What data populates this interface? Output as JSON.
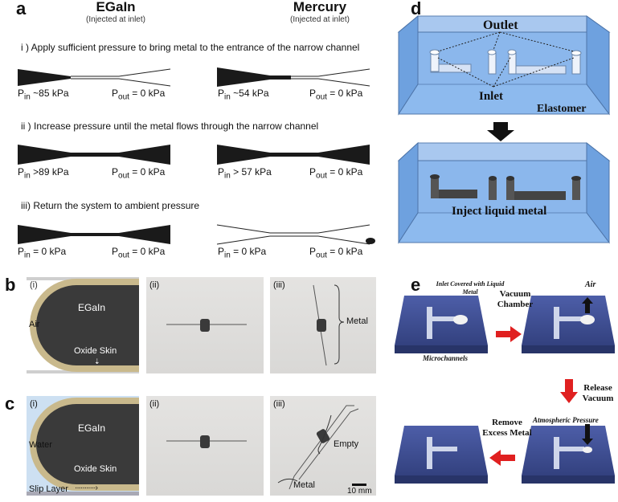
{
  "panels": {
    "a": {
      "letter": "a",
      "col1_title": "EGaIn",
      "col1_sub": "(Injected at inlet)",
      "col2_title": "Mercury",
      "col2_sub": "(Injected at inlet)",
      "step1": "i )  Apply sufficient pressure to bring metal to the entrance of the narrow channel",
      "step2": "ii )  Increase pressure until the metal flows through the narrow channel",
      "step3": "iii)  Return the system to ambient pressure",
      "p_in": "P",
      "in_sub": "in",
      "out_sub": "out",
      "r1_left_in": " ~85 kPa",
      "r1_left_out": " = 0 kPa",
      "r1_right_in": " ~54 kPa",
      "r1_right_out": " = 0 kPa",
      "r2_left_in": " >89 kPa",
      "r2_left_out": " = 0 kPa",
      "r2_right_in": " > 57 kPa",
      "r2_right_out": " = 0 kPa",
      "r3_left_in": " = 0 kPa",
      "r3_left_out": " = 0 kPa",
      "r3_right_in": " = 0 kPa",
      "r3_right_out": " = 0 kPa"
    },
    "d": {
      "letter": "d",
      "outlet": "Outlet",
      "inlet": "Inlet",
      "elastomer": "Elastomer",
      "inject": "Inject liquid metal"
    },
    "b": {
      "letter": "b",
      "i": "(i)",
      "ii": "(ii)",
      "iii": "(iii)",
      "air": "Air",
      "egain": "EGaIn",
      "oxide": "Oxide Skin",
      "metal": "Metal"
    },
    "c": {
      "letter": "c",
      "i": "(i)",
      "ii": "(ii)",
      "iii": "(iii)",
      "water": "Water",
      "egain": "EGaIn",
      "oxide": "Oxide Skin",
      "slip": "Slip Layer",
      "empty": "Empty",
      "metal": "Metal",
      "scale": "10 mm"
    },
    "e": {
      "letter": "e",
      "inlet_covered": "Inlet Covered with Liquid Metal",
      "vacuum": "Vacuum Chamber",
      "air": "Air",
      "microchannels": "Microchannels",
      "release": "Release Vacuum",
      "atmospheric": "Atmospheric Pressure",
      "remove": "Remove Excess Metal"
    }
  }
}
